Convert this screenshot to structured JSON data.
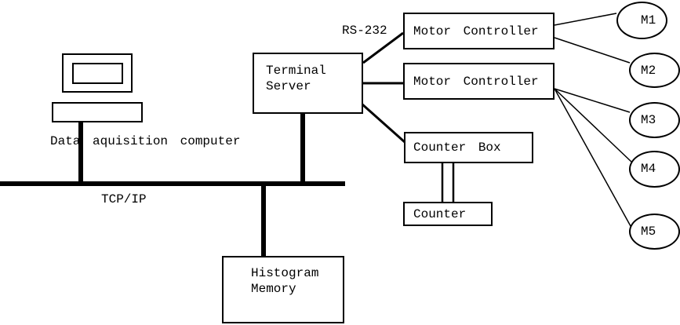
{
  "nodes": {
    "data_acquisition_computer": {
      "label": "Data aquisition computer"
    },
    "terminal_server": {
      "label": "Terminal\nServer"
    },
    "motor_controller_1": {
      "label": "Motor Controller"
    },
    "motor_controller_2": {
      "label": "Motor Controller"
    },
    "counter_box": {
      "label": "Counter Box"
    },
    "counter": {
      "label": "Counter"
    },
    "histogram_memory": {
      "label": "Histogram\nMemory"
    },
    "motors": [
      {
        "label": "M1"
      },
      {
        "label": "M2"
      },
      {
        "label": "M3"
      },
      {
        "label": "M4"
      },
      {
        "label": "M5"
      }
    ]
  },
  "labels": {
    "network_bus": "TCP/IP",
    "serial_link": "RS-232"
  },
  "colors": {
    "stroke": "#000000",
    "background": "#ffffff"
  }
}
